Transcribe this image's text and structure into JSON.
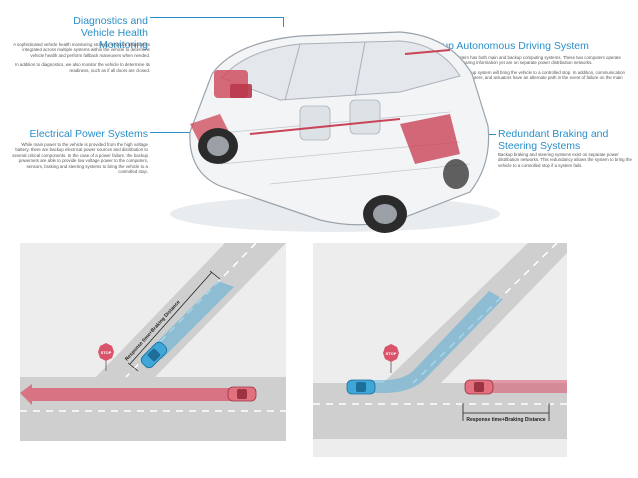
{
  "sections": {
    "diagnostics": {
      "title_line1": "Diagnostics and",
      "title_line2": "Vehicle Health Monitoring",
      "p1": "A sophisticated vehicle health monitoring strategy employs diagnostics integrated across multiple systems within the vehicle to determine vehicle health and perform fallback maneuvers when needed.",
      "p2": "In addition to diagnostics, we also monitor the vehicle to determine its readiness, such as if all doors are closed."
    },
    "electrical": {
      "title": "Electrical Power Systems",
      "p1": "While main power to the vehicle is provided from the high voltage battery, there are backup electrical power sources and distribution to several critical components. In the case of a power failure, the backup powernets are able to provide low voltage power to the computers, sensors, braking and steering systems to bring the vehicle to a controlled stop."
    },
    "backup": {
      "title": "Backup Autonomous Driving System",
      "p1": "The Virtual Driver System has both main and backup computing systems. These two computers operate simultaneously while sharing information yet are on separate power distribution networks.",
      "p2": "If a failure occurs, the backup system will bring the vehicle to a controlled stop. In addition, communication between the sensors, computers, and actuators have an alternate path in the event of failure on the main system."
    },
    "braking": {
      "title_line1": "Redundant Braking and",
      "title_line2": "Steering Systems",
      "p1": "Backup braking and steering systems exist on separate power distribution networks. This redundancy allows the system to bring the vehicle to a controlled stop if a system fails."
    }
  },
  "diagrams": {
    "left": {
      "distance_label": "Response time+Braking Distance",
      "stop_sign": "STOP"
    },
    "right": {
      "distance_label": "Response time+Braking Distance",
      "stop_sign": "STOP"
    }
  },
  "colors": {
    "accent_blue": "#2a8fc9",
    "red_path": "#d9546a",
    "blue_path": "#3fa6d8",
    "road": "#cfcfcf"
  }
}
